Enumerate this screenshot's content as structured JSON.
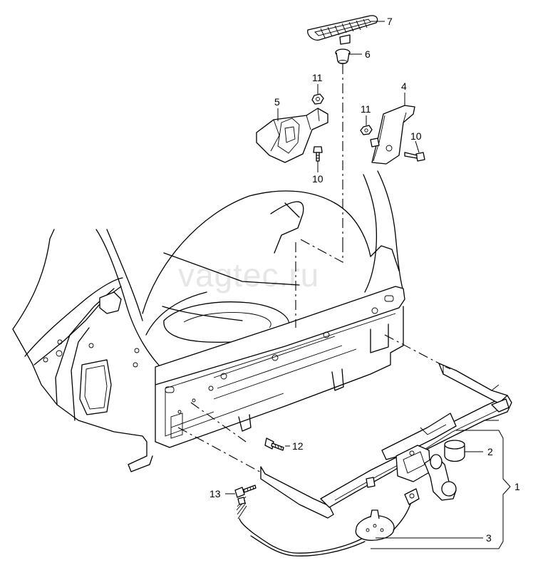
{
  "watermark": "vagtec.ru",
  "callouts": [
    {
      "id": "c7",
      "label": "7"
    },
    {
      "id": "c6",
      "label": "6"
    },
    {
      "id": "c11a",
      "label": "11"
    },
    {
      "id": "c5",
      "label": "5"
    },
    {
      "id": "c10a",
      "label": "10"
    },
    {
      "id": "c4",
      "label": "4"
    },
    {
      "id": "c11b",
      "label": "11"
    },
    {
      "id": "c10b",
      "label": "10"
    },
    {
      "id": "c2",
      "label": "2"
    },
    {
      "id": "c1",
      "label": "1"
    },
    {
      "id": "c12",
      "label": "12"
    },
    {
      "id": "c13",
      "label": "13"
    },
    {
      "id": "c3",
      "label": "3"
    }
  ]
}
